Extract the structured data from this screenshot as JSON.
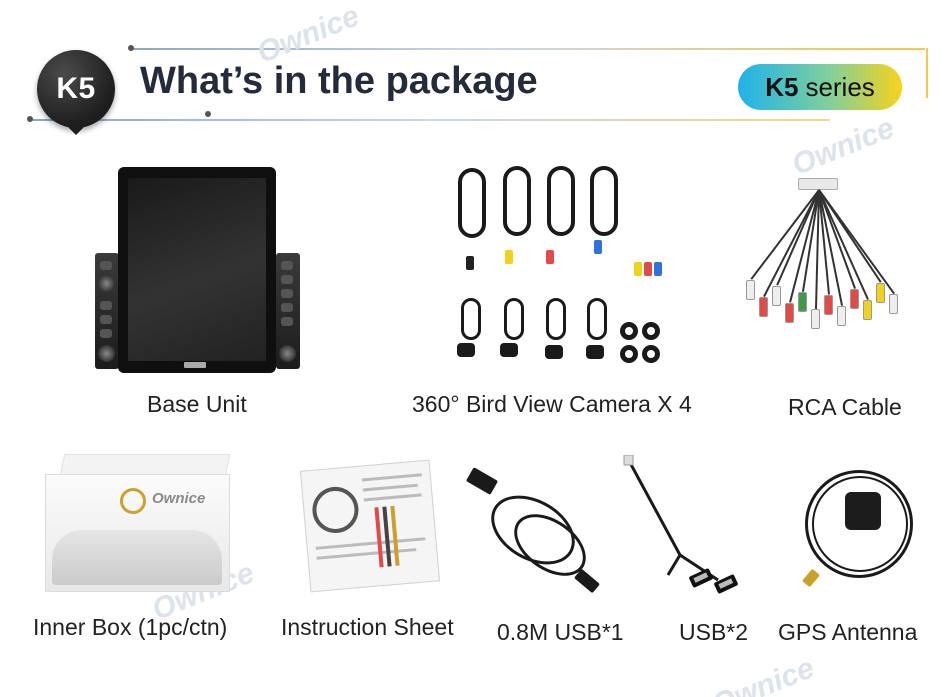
{
  "header": {
    "badge": "K5",
    "title": "What’s in the package",
    "series_model": "K5",
    "series_word": "series"
  },
  "watermark": "Ownice",
  "items": [
    {
      "key": "base_unit",
      "label": "Base Unit"
    },
    {
      "key": "cameras",
      "label": "360° Bird View  Camera X 4"
    },
    {
      "key": "rca",
      "label": "RCA Cable"
    },
    {
      "key": "inner_box",
      "label": "Inner Box (1pc/ctn)"
    },
    {
      "key": "instruction",
      "label": "Instruction Sheet"
    },
    {
      "key": "usb1",
      "label": "0.8M USB*1"
    },
    {
      "key": "usb2",
      "label": "USB*2"
    },
    {
      "key": "gps",
      "label": "GPS Antenna"
    }
  ],
  "colors": {
    "pill_start": "#1fb2ea",
    "pill_end": "#f7d21c",
    "title": "#262b3a"
  }
}
